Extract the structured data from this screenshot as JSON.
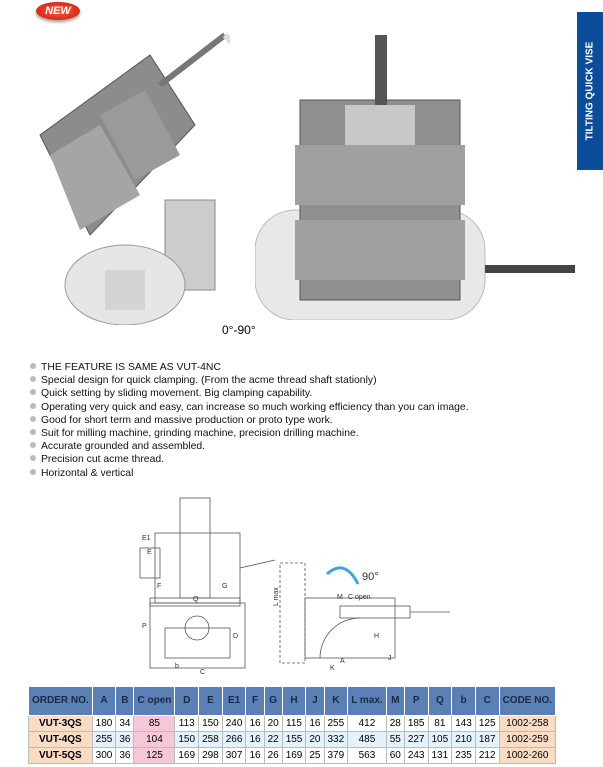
{
  "badge": "NEW",
  "side_tab": "TILTING QUICK VISE",
  "angle_label": "0°-90°",
  "features": [
    "THE FEATURE IS SAME AS VUT-4NC",
    "Special design for quick clamping. (From the acme thread shaft stationly)",
    "Quick setting by sliding movement. Big clamping capability.",
    "Operating very quick and easy, can increase so much working efficiency than you can image.",
    "Good for short term and massive production or proto type work.",
    "Suit for milling machine, grinding machine, precision drilling machine.",
    "Accurate grounded and assembled.",
    "Precision cut acme thread.",
    "Horizontal & vertical"
  ],
  "drawing": {
    "angle": "90°",
    "c_open": "C open",
    "labels": [
      "A",
      "K",
      "H",
      "M",
      "L max",
      "E",
      "E1",
      "P",
      "Q",
      "b",
      "C",
      "D",
      "F",
      "G",
      "J"
    ]
  },
  "table": {
    "headers": [
      "ORDER NO.",
      "A",
      "B",
      "C open",
      "D",
      "E",
      "E1",
      "F",
      "G",
      "H",
      "J",
      "K",
      "L max.",
      "M",
      "P",
      "Q",
      "b",
      "C",
      "CODE NO."
    ],
    "rows": [
      [
        "VUT-3QS",
        "180",
        "34",
        "85",
        "113",
        "150",
        "240",
        "16",
        "20",
        "115",
        "16",
        "255",
        "412",
        "28",
        "185",
        "81",
        "143",
        "125",
        "1002-258"
      ],
      [
        "VUT-4QS",
        "255",
        "36",
        "104",
        "150",
        "258",
        "266",
        "16",
        "22",
        "155",
        "20",
        "332",
        "485",
        "55",
        "227",
        "105",
        "210",
        "187",
        "1002-259"
      ],
      [
        "VUT-5QS",
        "300",
        "36",
        "125",
        "169",
        "298",
        "307",
        "16",
        "26",
        "169",
        "25",
        "379",
        "563",
        "60",
        "243",
        "131",
        "235",
        "212",
        "1002-260"
      ]
    ]
  }
}
